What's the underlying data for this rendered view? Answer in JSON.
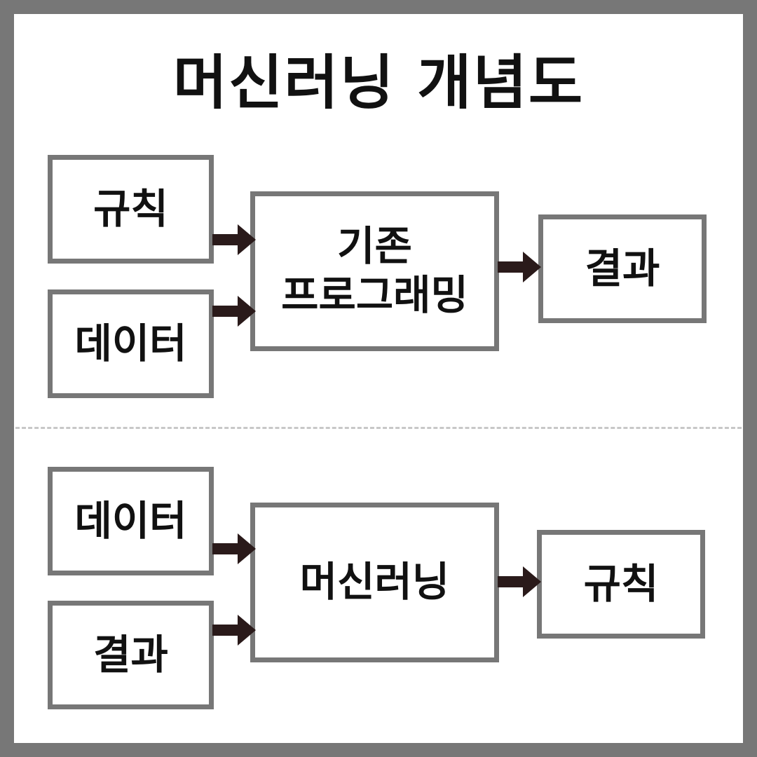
{
  "title": "머신러닝 개념도",
  "colors": {
    "border": "#777777",
    "arrow": "#2a1a1a",
    "divider": "#c8c8c8",
    "text": "#111111"
  },
  "top": {
    "inputs": [
      "규칙",
      "데이터"
    ],
    "process": {
      "line1": "기존",
      "line2": "프로그래밍"
    },
    "output": "결과"
  },
  "bottom": {
    "inputs": [
      "데이터",
      "결과"
    ],
    "process": "머신러닝",
    "output": "규칙"
  }
}
